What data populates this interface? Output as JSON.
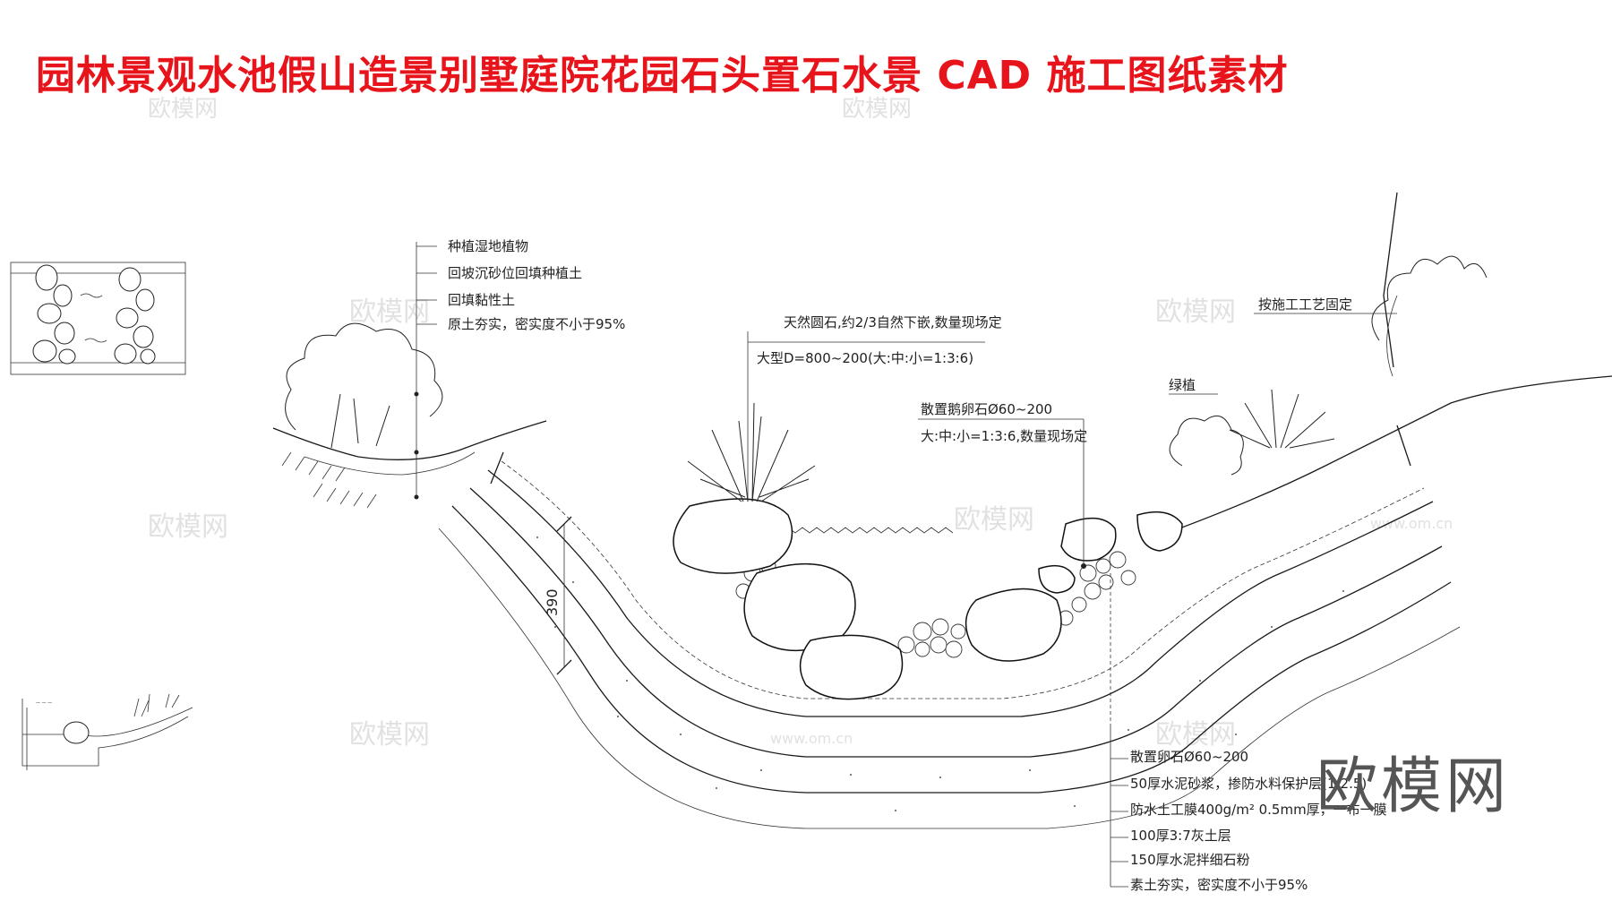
{
  "title": "园林景观水池假山造景别墅庭院花园石头置石水景 CAD 施工图纸素材",
  "colors": {
    "title": "#e8141b",
    "lines": "#1a1a1a",
    "watermark": "#c9c9c9"
  },
  "watermark": {
    "text": "欧模网",
    "url": "www.om.cn"
  },
  "brand": "欧模网",
  "left_labels": [
    "种植湿地植物",
    "回坡沉砂位回填种植土",
    "回填黏性土",
    "原土夯实，密实度不小于95%"
  ],
  "boulder_labels": [
    "天然圆石,约2/3自然下嵌,数量现场定",
    "大型D=800~200(大:中:小=1:3:6)"
  ],
  "pebble_labels": [
    "散置鹅卵石Ø60~200",
    "大:中:小=1:3:6,数量现场定"
  ],
  "right_top_label": "按施工工艺固定",
  "green_label": "绿植",
  "dimension": "390",
  "layers": [
    "散置卵石Ø60~200",
    "50厚水泥砂浆，掺防水料保护层(1:2.5)",
    "防水土工膜400g/m² 0.5mm厚，一布一膜",
    "100厚3:7灰土层",
    "150厚水泥拌细石粉",
    "素土夯实，密实度不小于95%"
  ]
}
